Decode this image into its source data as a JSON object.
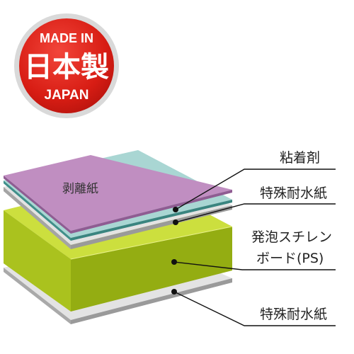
{
  "badge": {
    "top": "MADE IN",
    "middle": "日本製",
    "bottom": "JAPAN",
    "color": "#e2231a"
  },
  "layers": {
    "release_paper": {
      "label": "剥離紙",
      "color": "#c08ec1"
    },
    "adhesive": {
      "color": "#a9d6d3"
    },
    "waterproof_paper_top": {
      "color": "#e3e3e3"
    },
    "foam_board": {
      "color": "#ccdf3e"
    },
    "waterproof_paper_bottom": {
      "color": "#e3e3e3"
    }
  },
  "callouts": {
    "adhesive": "粘着剤",
    "waterproof_top": "特殊耐水紙",
    "foam_line1": "発泡スチレン",
    "foam_line2": "ボード(PS)",
    "waterproof_bottom": "特殊耐水紙"
  }
}
